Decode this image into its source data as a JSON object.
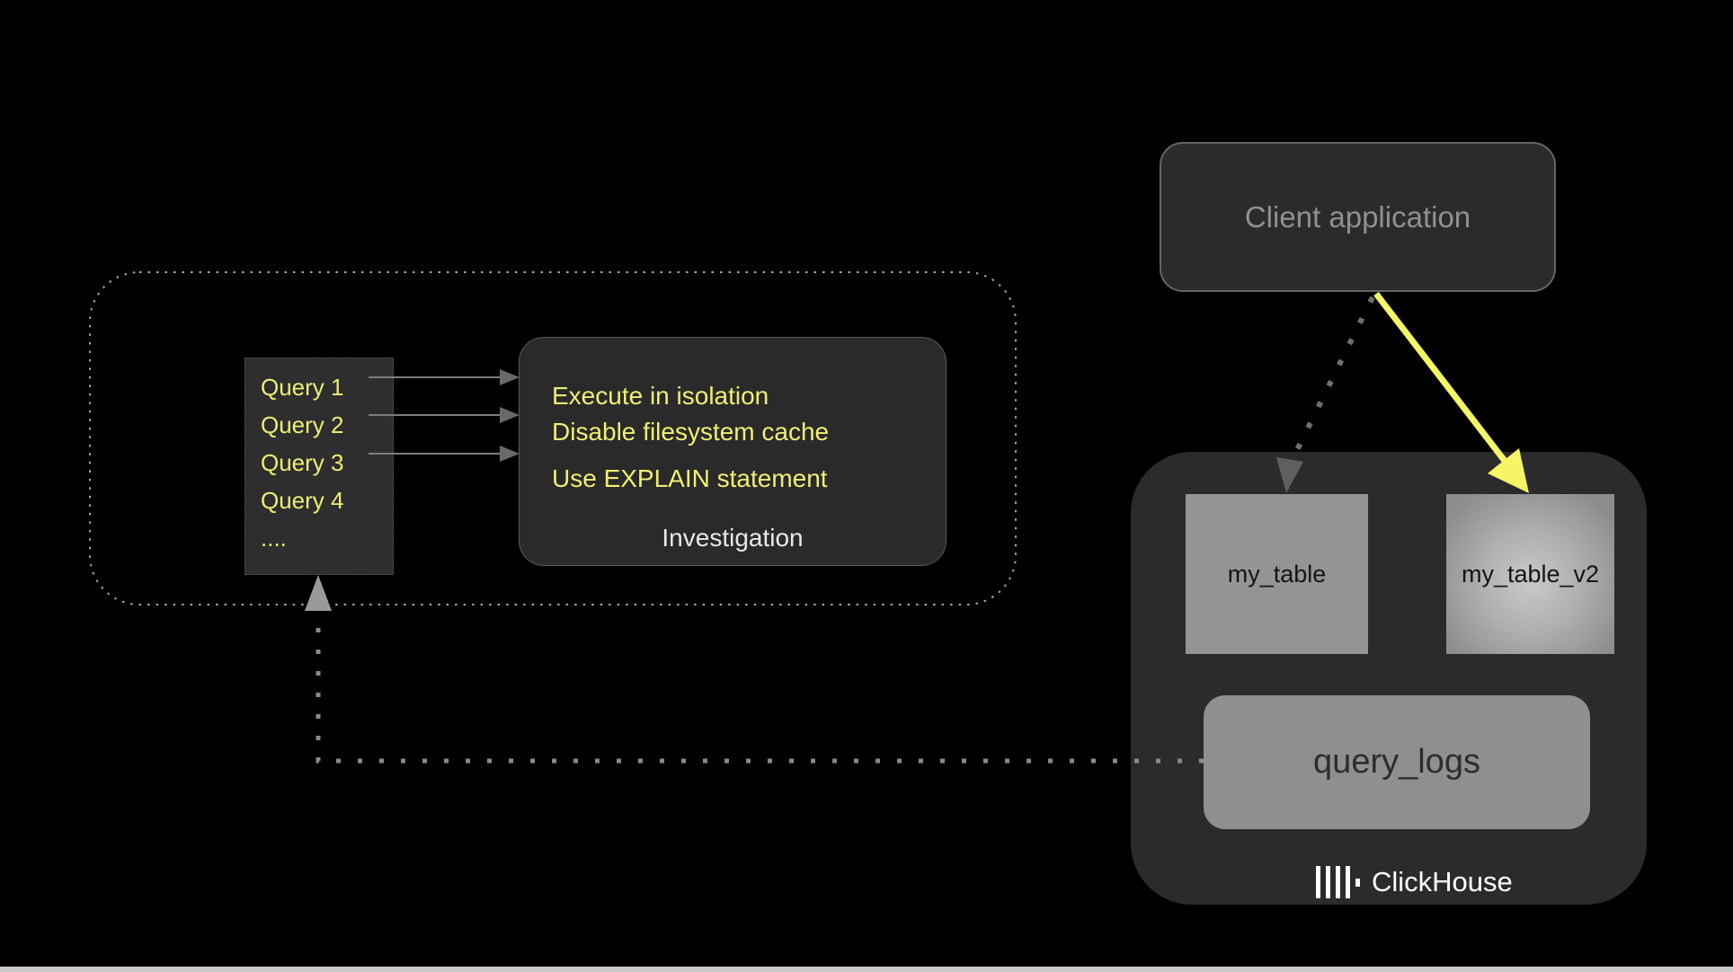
{
  "client_box": {
    "label": "Client application"
  },
  "investigation_panel": {
    "queries": {
      "items": [
        "Query 1",
        "Query 2",
        "Query 3",
        "Query 4",
        "...."
      ]
    },
    "notes": [
      "Execute in isolation",
      "Disable filesystem cache",
      "Use EXPLAIN statement"
    ],
    "title": "Investigation"
  },
  "clickhouse": {
    "tables": {
      "my_table": "my_table",
      "my_table_v2": "my_table_v2",
      "query_logs": "query_logs"
    },
    "brand": "ClickHouse"
  },
  "colors": {
    "background": "#000000",
    "box_fill": "#2b2b2b",
    "note_yellow": "#efef74",
    "arrow_yellow": "#f5f566",
    "gray_fill": "#949494",
    "connector_gray": "#8a8a8a",
    "client_text": "#909090",
    "investigation_text": "#e8e8e8"
  }
}
